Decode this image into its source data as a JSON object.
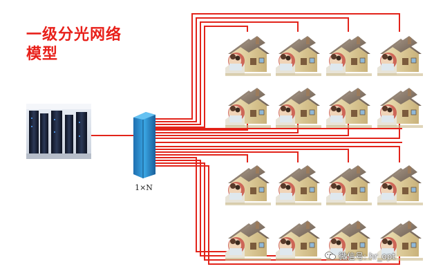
{
  "title": {
    "line1": "一级分光网络",
    "line2": "模型"
  },
  "splitter": {
    "label": "1×N"
  },
  "watermark": {
    "text": "微信号: hr_opt",
    "icon": "wechat-icon"
  },
  "colors": {
    "fiber": "#e2231a",
    "title": "#e8201a",
    "splitter": "#2a8fd0",
    "server_rack": "#1c2436",
    "house_wall": "#d9c79a",
    "house_roof": "#8a7a6a"
  },
  "icons": {
    "server": "server-room-icon",
    "splitter": "optical-splitter-icon",
    "house": "house-with-family-icon"
  }
}
